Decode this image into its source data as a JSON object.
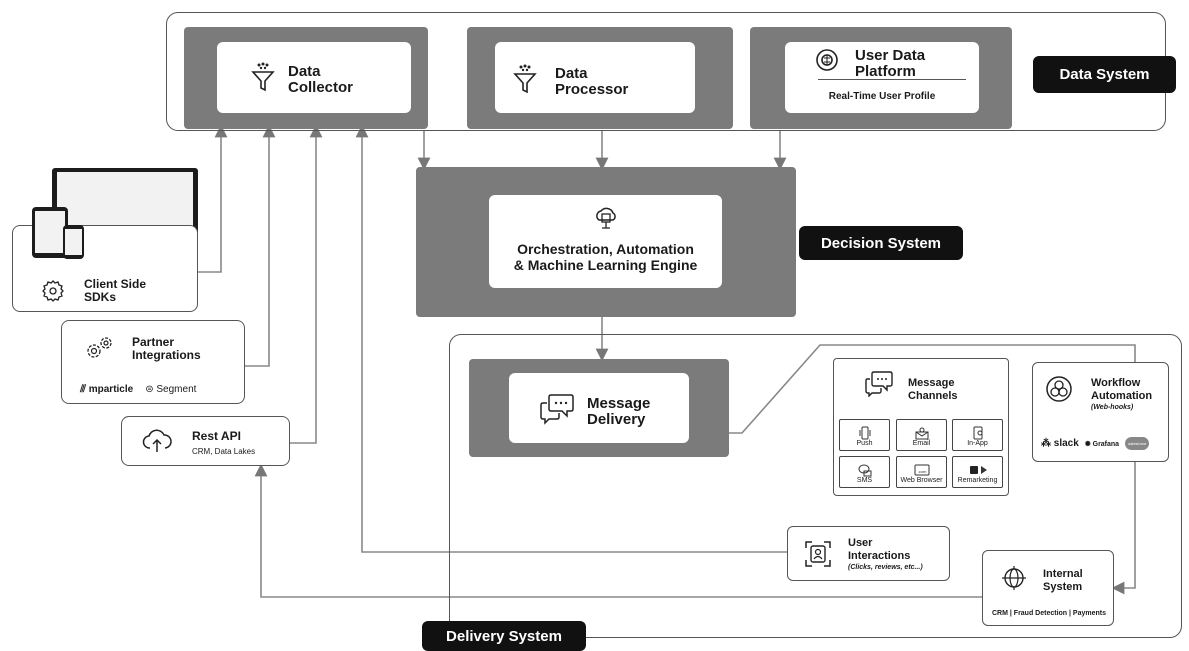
{
  "data_system": {
    "label": "Data System",
    "collector": "Data\nCollector",
    "processor": "Data\nProcessor",
    "udp_title": "User Data\nPlatform",
    "udp_sub": "Real-Time User Profile"
  },
  "decision_system": {
    "label": "Decision System",
    "engine": "Orchestration, Automation\n& Machine Learning Engine"
  },
  "delivery_system": {
    "label": "Delivery System",
    "message_delivery": "Message\nDelivery",
    "channels": {
      "title": "Message\nChannels",
      "items": [
        "Push",
        "Email",
        "In-App",
        "SMS",
        "Web Browser",
        "Remarketing"
      ]
    },
    "workflow": {
      "title": "Workflow\nAutomation",
      "sub": "(Web-hooks)",
      "logos": [
        "slack",
        "Grafana",
        "salesforce"
      ]
    },
    "user_interactions": {
      "title": "User\nInteractions",
      "sub": "(Clicks, reviews, etc...)"
    },
    "internal": {
      "title": "Internal\nSystem",
      "sub": "CRM | Fraud Detection | Payments"
    }
  },
  "sources": {
    "client_sdks": "Client Side\nSDKs",
    "partner": "Partner\nIntegrations",
    "partner_logos": [
      "mparticle",
      "Segment"
    ],
    "rest_api": "Rest API",
    "rest_api_sub": "CRM, Data Lakes"
  }
}
